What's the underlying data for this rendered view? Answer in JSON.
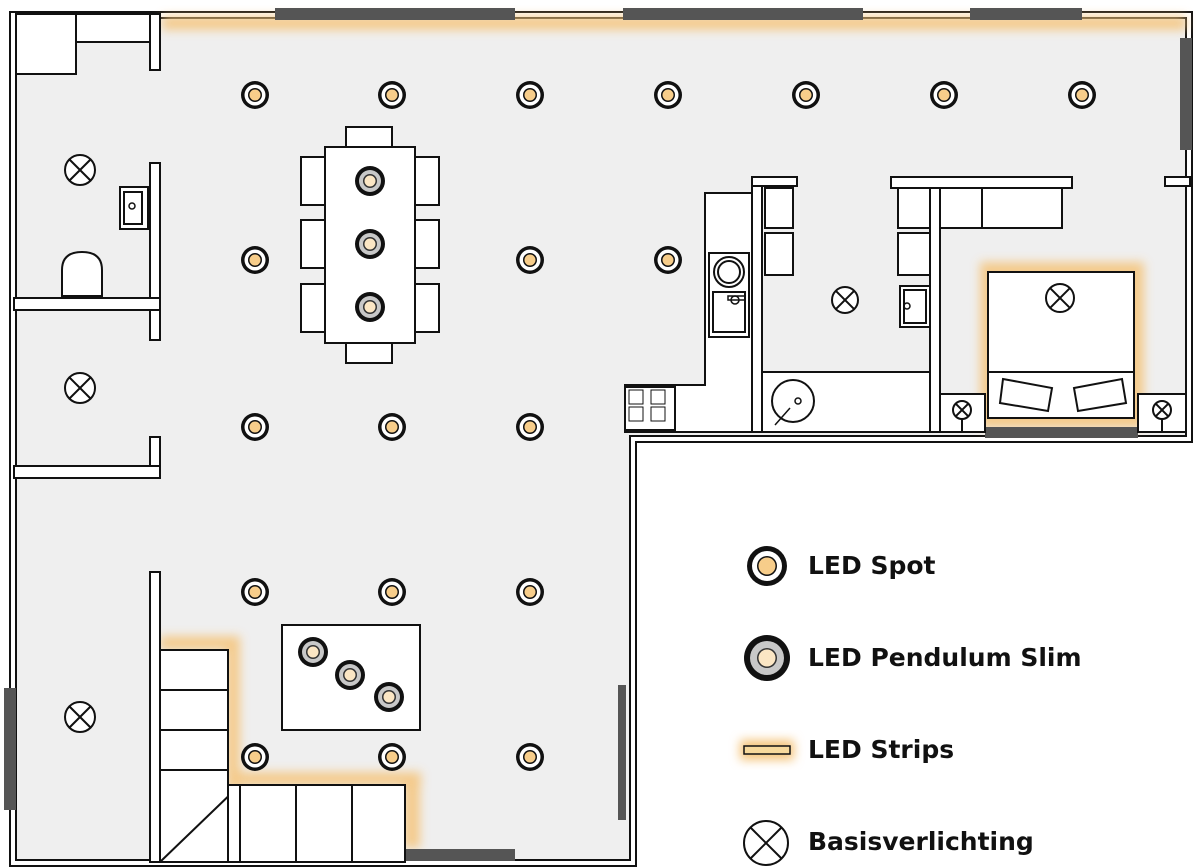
{
  "legend": {
    "spot": "LED Spot",
    "pendulum": "LED Pendulum Slim",
    "strips": "LED Strips",
    "basis": "Basisverlichting"
  },
  "colors": {
    "floor": "#efefef",
    "wall": "#ffffff",
    "window": "#555555",
    "led_warm": "#f7cd8a",
    "led_pale": "#fbe6c4",
    "pendulum_ring": "#c8c8c8",
    "glow": "#f5c47a"
  }
}
